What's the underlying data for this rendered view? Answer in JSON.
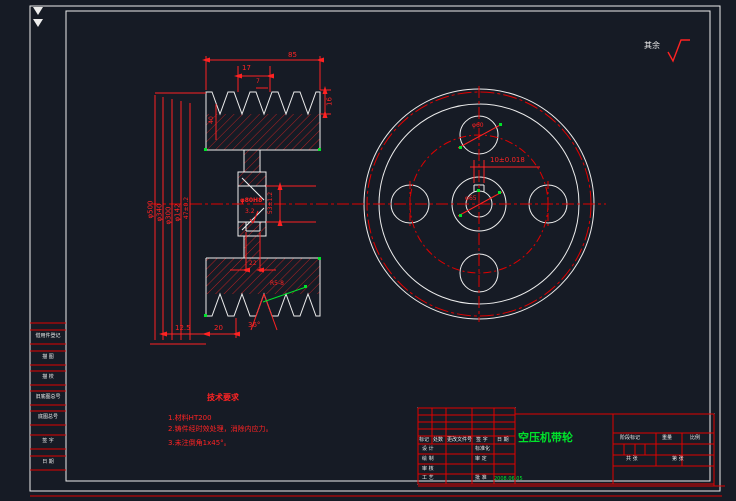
{
  "surface_finish": {
    "prefix": "其余"
  },
  "section_view": {
    "dim_85": "85",
    "dim_17": "17",
    "dim_7": "7",
    "dim_16": "16",
    "dim_40": "40",
    "dia_1": "φ500",
    "dia_2": "φ340",
    "dia_3": "φ300",
    "dia_4": "φ142",
    "dia_5": "47±0.2",
    "bore": "φ80H8",
    "rough_1": "3.2",
    "hub_len": "53±1.2",
    "keyway": "22",
    "dim_125": "12.5",
    "dim_20": "20",
    "dim_36": "36°",
    "leader_r": "R5-8"
  },
  "front_view": {
    "hole": "φ60",
    "bore": "φ65",
    "keyway": "10±0.018"
  },
  "notes": {
    "title": "技术要求",
    "item_1": "1.材料HT200",
    "item_2": "2.铸件经时效处理，消除内应力。",
    "item_3": "3.未注倒角1x45°。"
  },
  "title_block": {
    "part_name": "空压机带轮",
    "h_1": "标记",
    "h_2": "处数",
    "h_3": "更改文件号",
    "h_4": "签 字",
    "h_5": "日 期",
    "r_1": "设 计",
    "r_2": "绘 制",
    "r_3": "审 核",
    "r_4": "工 艺",
    "m_1": "标准化",
    "m_2": "审 定",
    "m_3": "批 准",
    "date": "2008.06.05",
    "rh_1": "阶段标记",
    "rh_2": "重量",
    "rh_3": "比例",
    "s_1": "共 张",
    "s_2": "第 张"
  },
  "left_strip": {
    "row_1": "借用件登记",
    "row_2": "描 图",
    "row_3": "描 校",
    "row_4": "旧底图总号",
    "row_5": "底图总号",
    "row_6": "签 字",
    "row_7": "日 期"
  }
}
